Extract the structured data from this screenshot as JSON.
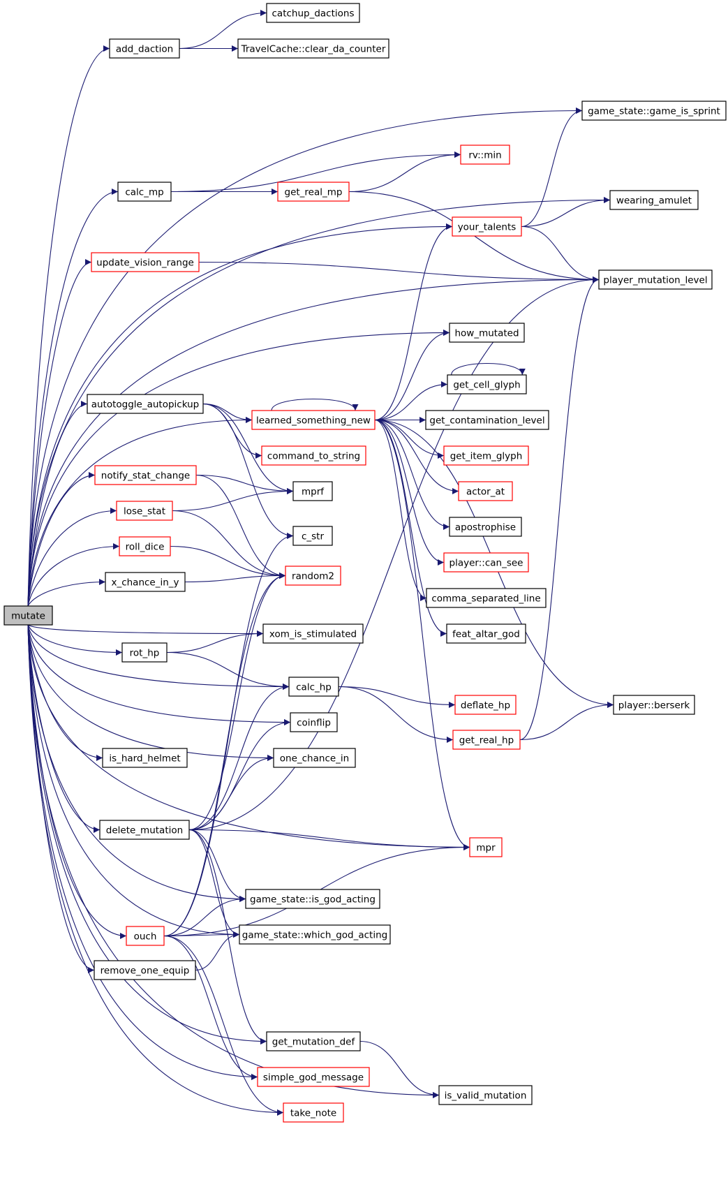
{
  "diagram": {
    "type": "call-graph",
    "colors": {
      "edge": "#191970",
      "node_border_default": "#000000",
      "node_border_incomplete": "#ff0000",
      "root_fill": "#bfbfbf",
      "node_fill": "#ffffff"
    },
    "nodes": [
      {
        "id": "mutate",
        "label": "mutate",
        "style": "root"
      },
      {
        "id": "add_daction",
        "label": "add_daction",
        "style": "default"
      },
      {
        "id": "catchup_dactions",
        "label": "catchup_dactions",
        "style": "default"
      },
      {
        "id": "clear_da_counter",
        "label": "TravelCache::clear_da_counter",
        "style": "default"
      },
      {
        "id": "game_is_sprint",
        "label": "game_state::game_is_sprint",
        "style": "default"
      },
      {
        "id": "rv_min",
        "label": "rv::min",
        "style": "incomplete"
      },
      {
        "id": "calc_mp",
        "label": "calc_mp",
        "style": "default"
      },
      {
        "id": "get_real_mp",
        "label": "get_real_mp",
        "style": "incomplete"
      },
      {
        "id": "wearing_amulet",
        "label": "wearing_amulet",
        "style": "default"
      },
      {
        "id": "your_talents",
        "label": "your_talents",
        "style": "incomplete"
      },
      {
        "id": "update_vision_range",
        "label": "update_vision_range",
        "style": "incomplete"
      },
      {
        "id": "player_mutation_level",
        "label": "player_mutation_level",
        "style": "default"
      },
      {
        "id": "how_mutated",
        "label": "how_mutated",
        "style": "default"
      },
      {
        "id": "get_cell_glyph",
        "label": "get_cell_glyph",
        "style": "default"
      },
      {
        "id": "autotoggle_autopickup",
        "label": "autotoggle_autopickup",
        "style": "default"
      },
      {
        "id": "learned_something_new",
        "label": "learned_something_new",
        "style": "incomplete"
      },
      {
        "id": "get_contamination_level",
        "label": "get_contamination_level",
        "style": "default"
      },
      {
        "id": "command_to_string",
        "label": "command_to_string",
        "style": "incomplete"
      },
      {
        "id": "get_item_glyph",
        "label": "get_item_glyph",
        "style": "incomplete"
      },
      {
        "id": "notify_stat_change",
        "label": "notify_stat_change",
        "style": "incomplete"
      },
      {
        "id": "mprf",
        "label": "mprf",
        "style": "default"
      },
      {
        "id": "actor_at",
        "label": "actor_at",
        "style": "incomplete"
      },
      {
        "id": "lose_stat",
        "label": "lose_stat",
        "style": "incomplete"
      },
      {
        "id": "apostrophise",
        "label": "apostrophise",
        "style": "default"
      },
      {
        "id": "c_str",
        "label": "c_str",
        "style": "default"
      },
      {
        "id": "roll_dice",
        "label": "roll_dice",
        "style": "incomplete"
      },
      {
        "id": "player_can_see",
        "label": "player::can_see",
        "style": "incomplete"
      },
      {
        "id": "random2",
        "label": "random2",
        "style": "incomplete"
      },
      {
        "id": "x_chance_in_y",
        "label": "x_chance_in_y",
        "style": "default"
      },
      {
        "id": "comma_separated_line",
        "label": "comma_separated_line",
        "style": "default"
      },
      {
        "id": "xom_is_stimulated",
        "label": "xom_is_stimulated",
        "style": "default"
      },
      {
        "id": "feat_altar_god",
        "label": "feat_altar_god",
        "style": "default"
      },
      {
        "id": "rot_hp",
        "label": "rot_hp",
        "style": "default"
      },
      {
        "id": "calc_hp",
        "label": "calc_hp",
        "style": "default"
      },
      {
        "id": "deflate_hp",
        "label": "deflate_hp",
        "style": "incomplete"
      },
      {
        "id": "player_berserk",
        "label": "player::berserk",
        "style": "default"
      },
      {
        "id": "coinflip",
        "label": "coinflip",
        "style": "default"
      },
      {
        "id": "get_real_hp",
        "label": "get_real_hp",
        "style": "incomplete"
      },
      {
        "id": "is_hard_helmet",
        "label": "is_hard_helmet",
        "style": "default"
      },
      {
        "id": "one_chance_in",
        "label": "one_chance_in",
        "style": "default"
      },
      {
        "id": "delete_mutation",
        "label": "delete_mutation",
        "style": "default"
      },
      {
        "id": "mpr",
        "label": "mpr",
        "style": "incomplete"
      },
      {
        "id": "is_god_acting",
        "label": "game_state::is_god_acting",
        "style": "default"
      },
      {
        "id": "ouch",
        "label": "ouch",
        "style": "incomplete"
      },
      {
        "id": "which_god_acting",
        "label": "game_state::which_god_acting",
        "style": "default"
      },
      {
        "id": "remove_one_equip",
        "label": "remove_one_equip",
        "style": "default"
      },
      {
        "id": "get_mutation_def",
        "label": "get_mutation_def",
        "style": "default"
      },
      {
        "id": "simple_god_message",
        "label": "simple_god_message",
        "style": "incomplete"
      },
      {
        "id": "is_valid_mutation",
        "label": "is_valid_mutation",
        "style": "default"
      },
      {
        "id": "take_note",
        "label": "take_note",
        "style": "incomplete"
      }
    ],
    "edges": [
      [
        "mutate",
        "add_daction"
      ],
      [
        "mutate",
        "game_is_sprint"
      ],
      [
        "mutate",
        "calc_mp"
      ],
      [
        "mutate",
        "wearing_amulet"
      ],
      [
        "mutate",
        "your_talents"
      ],
      [
        "mutate",
        "update_vision_range"
      ],
      [
        "mutate",
        "player_mutation_level"
      ],
      [
        "mutate",
        "how_mutated"
      ],
      [
        "mutate",
        "learned_something_new"
      ],
      [
        "mutate",
        "autotoggle_autopickup"
      ],
      [
        "mutate",
        "notify_stat_change"
      ],
      [
        "mutate",
        "lose_stat"
      ],
      [
        "mutate",
        "roll_dice"
      ],
      [
        "mutate",
        "x_chance_in_y"
      ],
      [
        "mutate",
        "xom_is_stimulated"
      ],
      [
        "mutate",
        "rot_hp"
      ],
      [
        "mutate",
        "calc_hp"
      ],
      [
        "mutate",
        "coinflip"
      ],
      [
        "mutate",
        "is_hard_helmet"
      ],
      [
        "mutate",
        "one_chance_in"
      ],
      [
        "mutate",
        "delete_mutation"
      ],
      [
        "mutate",
        "mpr"
      ],
      [
        "mutate",
        "is_god_acting"
      ],
      [
        "mutate",
        "ouch"
      ],
      [
        "mutate",
        "which_god_acting"
      ],
      [
        "mutate",
        "remove_one_equip"
      ],
      [
        "mutate",
        "get_mutation_def"
      ],
      [
        "mutate",
        "simple_god_message"
      ],
      [
        "mutate",
        "take_note"
      ],
      [
        "mutate",
        "is_valid_mutation"
      ],
      [
        "add_daction",
        "catchup_dactions"
      ],
      [
        "add_daction",
        "clear_da_counter"
      ],
      [
        "calc_mp",
        "rv_min"
      ],
      [
        "calc_mp",
        "get_real_mp"
      ],
      [
        "get_real_mp",
        "rv_min"
      ],
      [
        "get_real_mp",
        "player_mutation_level"
      ],
      [
        "your_talents",
        "game_is_sprint"
      ],
      [
        "your_talents",
        "wearing_amulet"
      ],
      [
        "your_talents",
        "player_mutation_level"
      ],
      [
        "update_vision_range",
        "player_mutation_level"
      ],
      [
        "autotoggle_autopickup",
        "learned_something_new"
      ],
      [
        "autotoggle_autopickup",
        "command_to_string"
      ],
      [
        "autotoggle_autopickup",
        "mprf"
      ],
      [
        "autotoggle_autopickup",
        "c_str"
      ],
      [
        "learned_something_new",
        "learned_something_new"
      ],
      [
        "learned_something_new",
        "your_talents"
      ],
      [
        "learned_something_new",
        "how_mutated"
      ],
      [
        "learned_something_new",
        "get_cell_glyph"
      ],
      [
        "learned_something_new",
        "get_contamination_level"
      ],
      [
        "learned_something_new",
        "get_item_glyph"
      ],
      [
        "learned_something_new",
        "actor_at"
      ],
      [
        "learned_something_new",
        "apostrophise"
      ],
      [
        "learned_something_new",
        "player_can_see"
      ],
      [
        "learned_something_new",
        "comma_separated_line"
      ],
      [
        "learned_something_new",
        "feat_altar_god"
      ],
      [
        "learned_something_new",
        "player_berserk"
      ],
      [
        "learned_something_new",
        "mpr"
      ],
      [
        "get_cell_glyph",
        "get_cell_glyph"
      ],
      [
        "notify_stat_change",
        "mprf"
      ],
      [
        "notify_stat_change",
        "random2"
      ],
      [
        "lose_stat",
        "mprf"
      ],
      [
        "lose_stat",
        "random2"
      ],
      [
        "roll_dice",
        "random2"
      ],
      [
        "x_chance_in_y",
        "random2"
      ],
      [
        "rot_hp",
        "xom_is_stimulated"
      ],
      [
        "rot_hp",
        "calc_hp"
      ],
      [
        "calc_hp",
        "deflate_hp"
      ],
      [
        "calc_hp",
        "get_real_hp"
      ],
      [
        "get_real_hp",
        "player_berserk"
      ],
      [
        "get_real_hp",
        "player_mutation_level"
      ],
      [
        "delete_mutation",
        "player_mutation_level"
      ],
      [
        "delete_mutation",
        "mpr"
      ],
      [
        "delete_mutation",
        "is_god_acting"
      ],
      [
        "delete_mutation",
        "which_god_acting"
      ],
      [
        "delete_mutation",
        "get_mutation_def"
      ],
      [
        "delete_mutation",
        "random2"
      ],
      [
        "delete_mutation",
        "one_chance_in"
      ],
      [
        "delete_mutation",
        "calc_hp"
      ],
      [
        "delete_mutation",
        "coinflip"
      ],
      [
        "ouch",
        "random2"
      ],
      [
        "ouch",
        "c_str"
      ],
      [
        "ouch",
        "is_god_acting"
      ],
      [
        "ouch",
        "which_god_acting"
      ],
      [
        "ouch",
        "mpr"
      ],
      [
        "ouch",
        "simple_god_message"
      ],
      [
        "ouch",
        "take_note"
      ],
      [
        "remove_one_equip",
        "which_god_acting"
      ],
      [
        "get_mutation_def",
        "is_valid_mutation"
      ]
    ]
  }
}
